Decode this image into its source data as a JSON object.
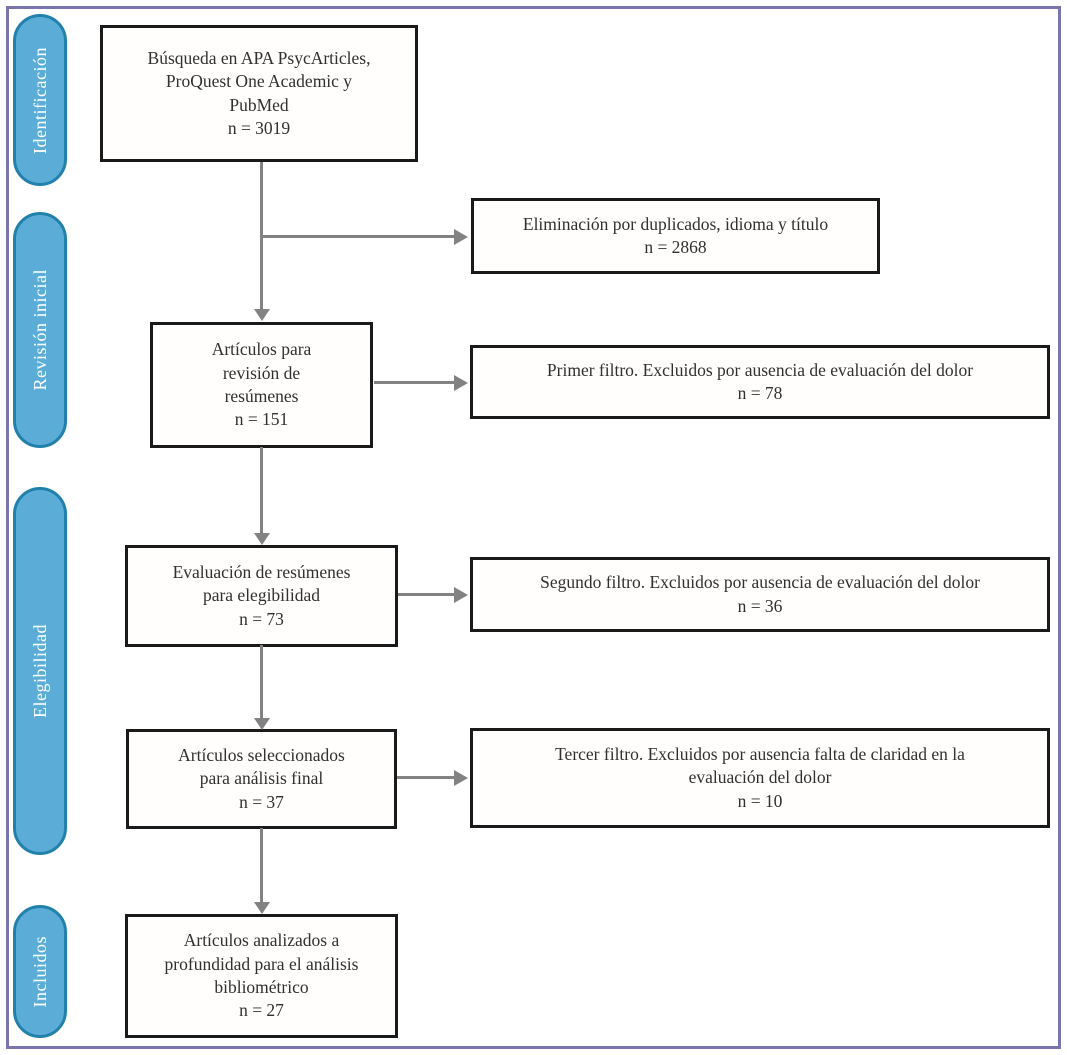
{
  "figure": {
    "type": "prisma-flow-diagram",
    "colors": {
      "frame_border": "#7a75ac",
      "stage_fill": "#5badd8",
      "stage_border": "#2181ab",
      "stage_text": "#ffffff",
      "box_border": "#1a1a1a",
      "box_fill": "#fffefc",
      "arrow": "#828282",
      "text": "#303030"
    }
  },
  "stages": [
    {
      "label": "Identificación"
    },
    {
      "label": "Revisión inicial"
    },
    {
      "label": "Elegibilidad"
    },
    {
      "label": "Incluidos"
    }
  ],
  "main_boxes": [
    {
      "text": "Búsqueda en APA PsycArticles,\nProQuest One Academic y\nPubMed\nn = 3019"
    },
    {
      "text": "Artículos para\nrevisión de\nresúmenes\nn = 151"
    },
    {
      "text": "Evaluación de resúmenes\npara elegibilidad\nn = 73"
    },
    {
      "text": "Artículos seleccionados\npara análisis final\nn = 37"
    },
    {
      "text": "Artículos analizados a\nprofundidad para el análisis\nbibliométrico\nn = 27"
    }
  ],
  "exclusion_boxes": [
    {
      "text": "Eliminación por duplicados, idioma y título\nn = 2868"
    },
    {
      "text": "Primer filtro. Excluidos por ausencia de evaluación del dolor\nn = 78"
    },
    {
      "text": "Segundo filtro. Excluidos por ausencia de evaluación del dolor\nn = 36"
    },
    {
      "text": "Tercer filtro. Excluidos por ausencia falta de claridad en la\nevaluación del dolor\nn = 10"
    }
  ]
}
